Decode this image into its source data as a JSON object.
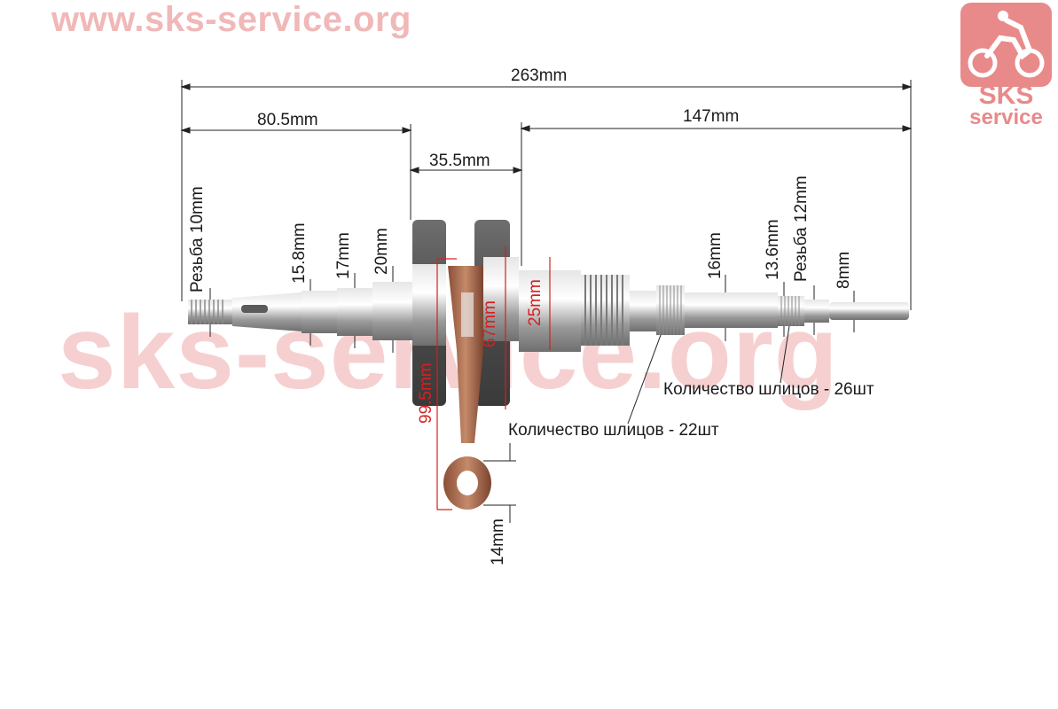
{
  "watermark": {
    "top_url": "www.sks-service.org",
    "center_url": "sks-service.org",
    "logo_line1": "SKS",
    "logo_line2": "service"
  },
  "dimensions": {
    "total_length": "263mm",
    "left_length": "80.5mm",
    "crank_width": "35.5mm",
    "right_length": "147mm",
    "thread_left": "Резьба 10mm",
    "d_15_8": "15.8mm",
    "d_17": "17mm",
    "d_20": "20mm",
    "d_67": "67mm",
    "d_25": "25mm",
    "rod_length": "99.5mm",
    "rod_eye": "14mm",
    "d_16": "16mm",
    "d_13_6": "13.6mm",
    "thread_right": "Резьба 12mm",
    "d_8": "8mm"
  },
  "notes": {
    "splines_26": "Количество шлицов - 26шт",
    "splines_22": "Количество шлицов - 22шт"
  },
  "colors": {
    "dimension_lines": "#222222",
    "red_dimensions": "#d42020",
    "watermark": "#f0b8b8",
    "steel": "#b8b8b8",
    "copper_rod": "#a86a4a"
  }
}
